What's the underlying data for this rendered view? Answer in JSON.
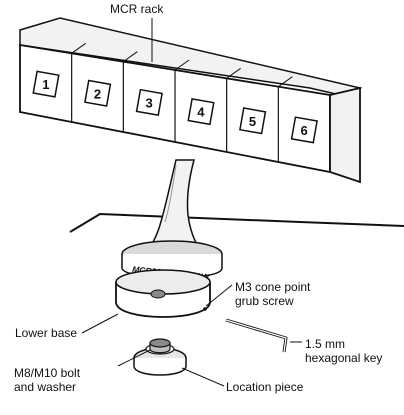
{
  "labels": {
    "mcr_rack": "MCR rack",
    "grub_screw_line1": "M3 cone point",
    "grub_screw_line2": "grub screw",
    "lower_base": "Lower base",
    "hex_key_line1": "1.5 mm",
    "hex_key_line2": "hexagonal key",
    "bolt_line1": "M8/M10 bolt",
    "bolt_line2": "and washer",
    "location_piece": "Location piece"
  },
  "slots": [
    "1",
    "2",
    "3",
    "4",
    "5",
    "6"
  ],
  "engraving": "MCR20 RENISHAW",
  "colors": {
    "line": "#111111",
    "light_fill": "#f2f2f2",
    "mid_fill": "#d9d9d9",
    "dark_fill": "#8a8a8a"
  }
}
